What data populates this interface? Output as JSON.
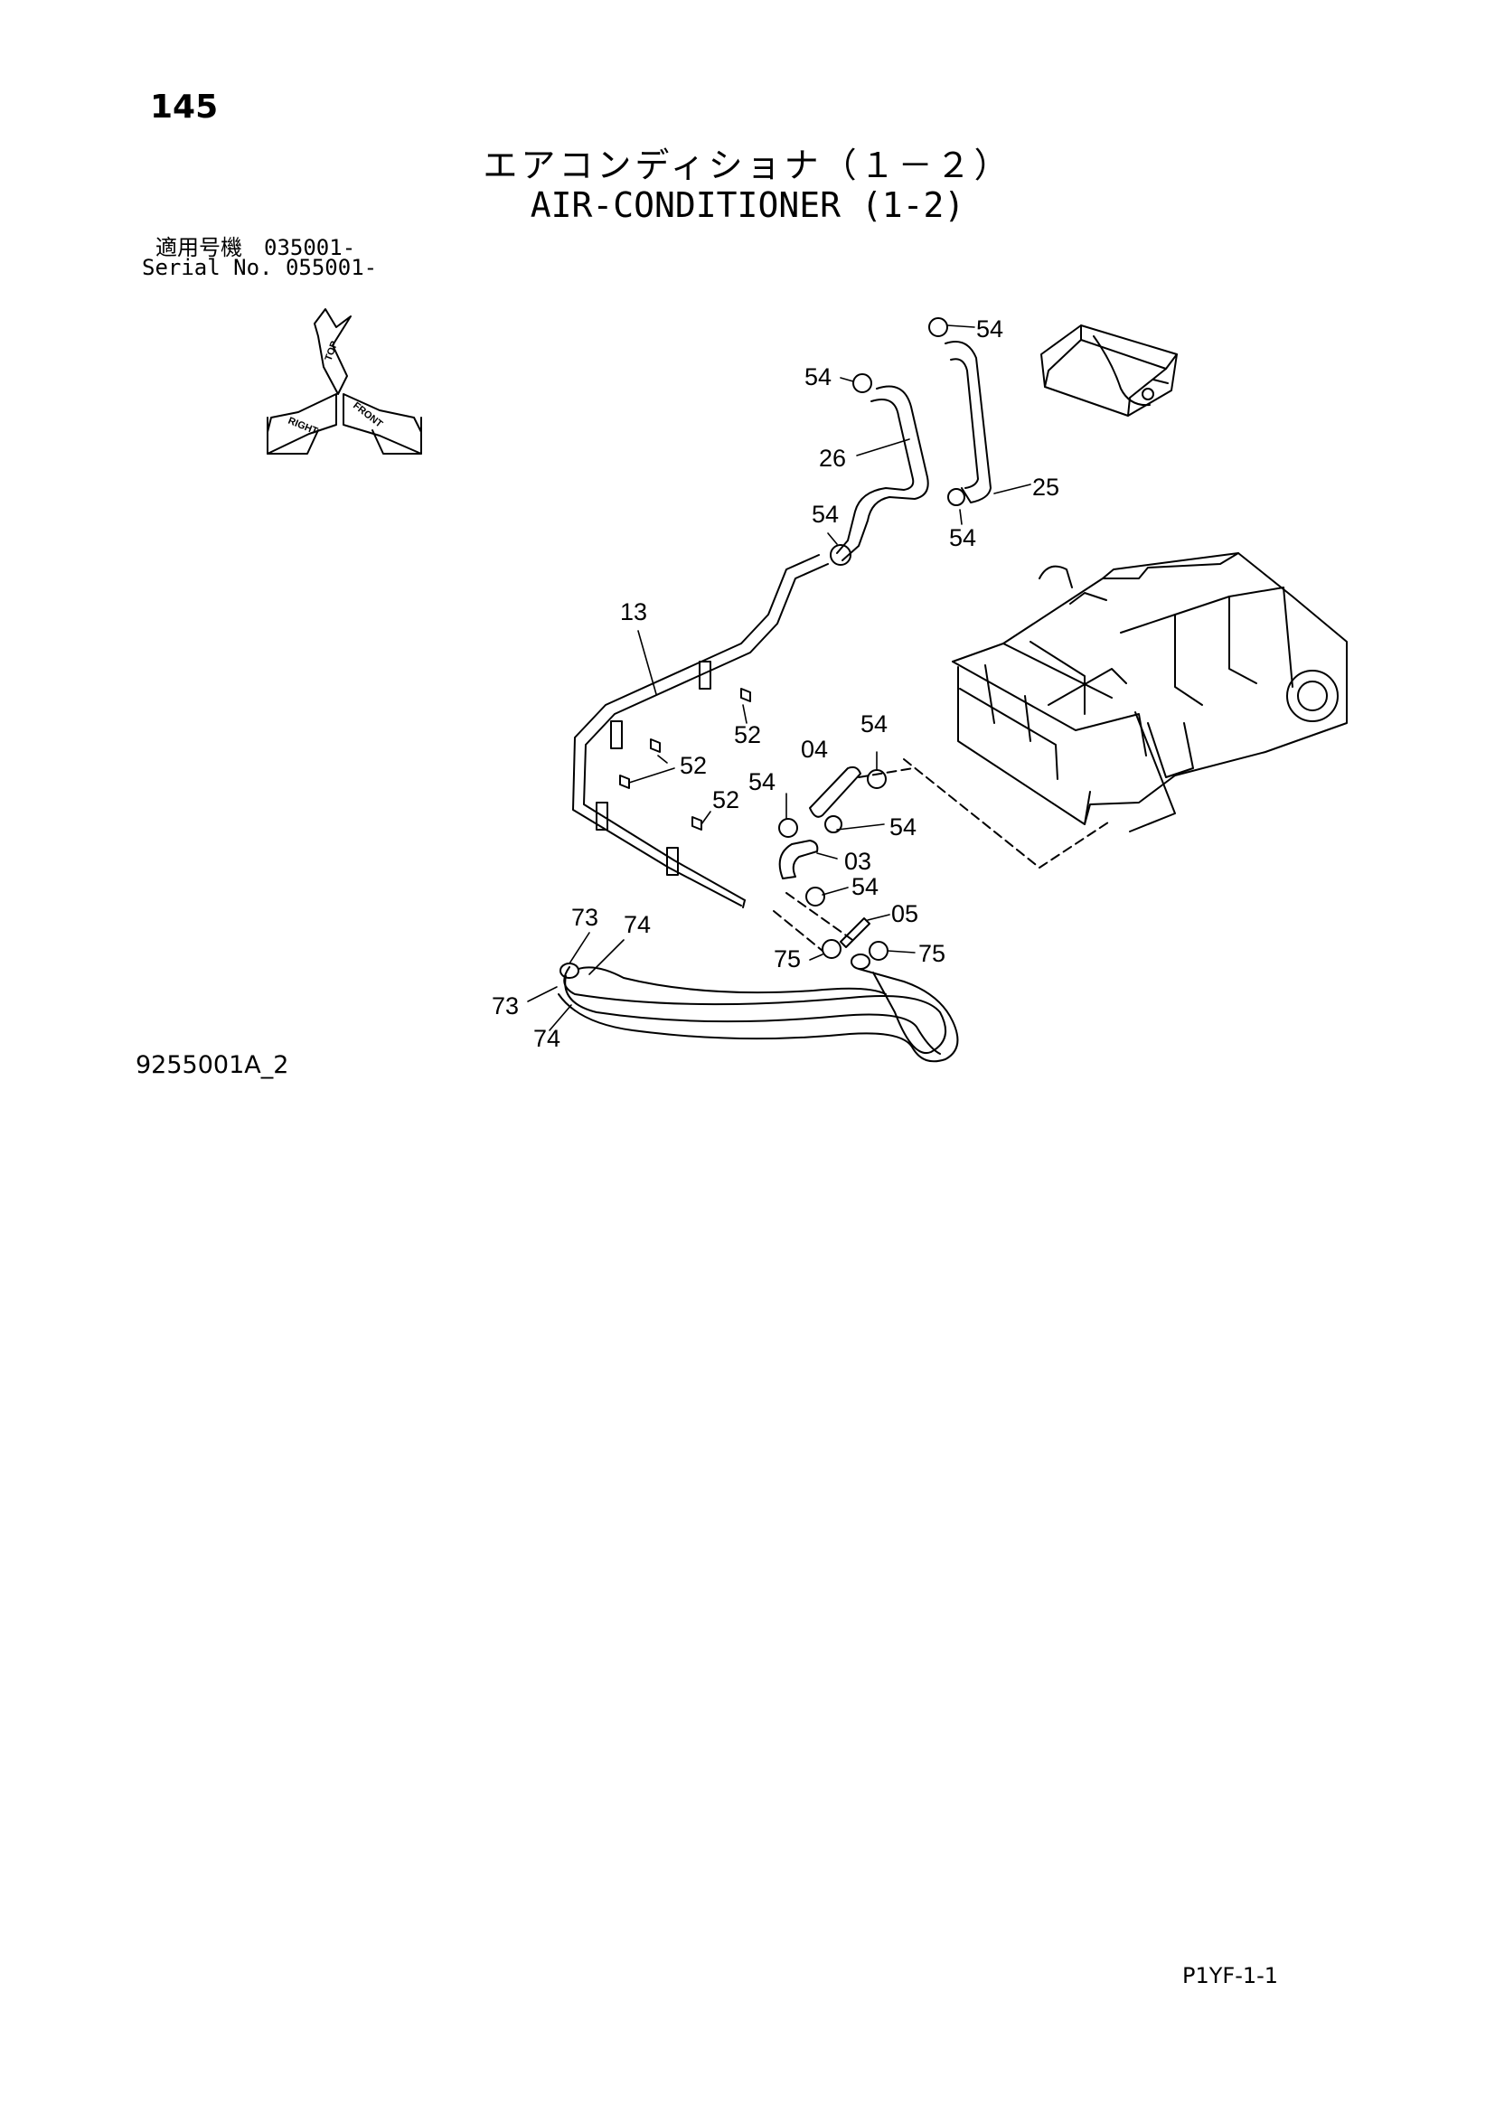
{
  "page": {
    "number": "145",
    "title_jp": "エアコンディショナ（１－２）",
    "title_en": "AIR-CONDITIONER (1-2)",
    "serial_jp": "適用号機　035001-",
    "serial_en": "Serial No. 055001-",
    "reference_code": "9255001A_2",
    "footer_code": "P1YF-1-1"
  },
  "orientation_labels": {
    "top": "TOP",
    "right": "RIGHT",
    "front": "FRONT"
  },
  "callouts": {
    "c54_top": "54",
    "c54_upper_left": "54",
    "c26": "26",
    "c25": "25",
    "c54_mid": "54",
    "c54_mid_right": "54",
    "c13": "13",
    "c52_a": "52",
    "c04": "04",
    "c54_right_clamp": "54",
    "c52_b": "52",
    "c54_left_clamp": "54",
    "c52_c": "52",
    "c54_hose03": "54",
    "c03": "03",
    "c54_lower": "54",
    "c05": "05",
    "c73_top": "73",
    "c74_top": "74",
    "c75_left": "75",
    "c75_right": "75",
    "c73_bottom": "73",
    "c74_bottom": "74"
  }
}
